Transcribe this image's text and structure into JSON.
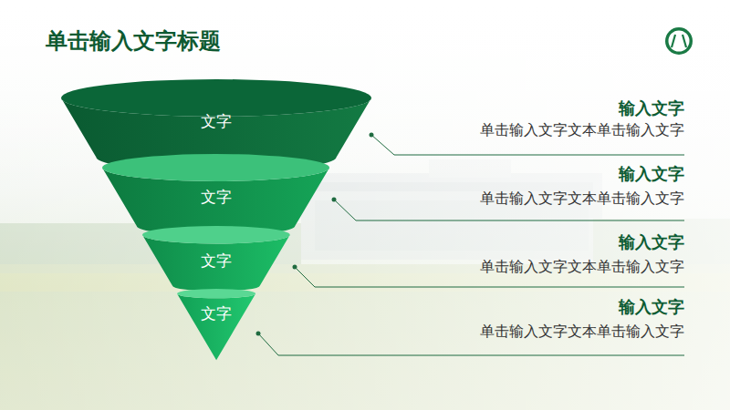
{
  "diagram": {
    "title": "单击输入文字标题",
    "nodes": [
      {
        "text": [
          "文字"
        ]
      },
      {
        "text": [
          "文字"
        ]
      },
      {
        "text": [
          "文字"
        ]
      },
      {
        "text": [
          "文字"
        ]
      }
    ],
    "labels": [
      "输入文字",
      "单击输入文字文本单击输入文字",
      "输入文字",
      "单击输入文字文本单击输入文字",
      "输入文字",
      "单击输入文字文本单击输入文字",
      "输入文字",
      "单击输入文字文本单击输入文字"
    ]
  }
}
